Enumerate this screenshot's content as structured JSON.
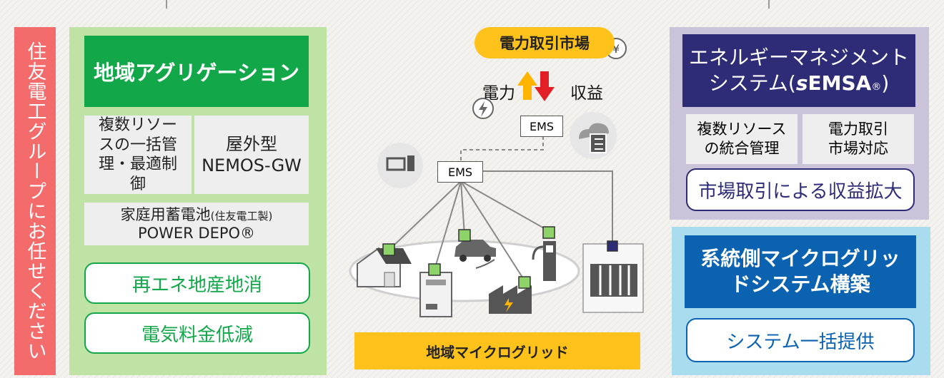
{
  "side_banner": {
    "text": "住友電工グループにお任せください"
  },
  "left": {
    "title": "地域アグリゲーション",
    "box_multi": "複数リソースの一括管理・最適制御",
    "box_nemos": "屋外型NEMOS-GW",
    "battery_line1": "家庭用蓄電池",
    "battery_line1_small": "(住友電工製)",
    "battery_line2": "POWER DEPO®",
    "outline1": "再エネ地産地消",
    "outline2": "電気料金低減"
  },
  "center": {
    "market": "電力取引市場",
    "power": "電力",
    "revenue": "収益",
    "ems_top": "EMS",
    "ems_main": "EMS",
    "microgrid": "地域マイクログリッド"
  },
  "right_top": {
    "title_line1": "エネルギーマネジメント",
    "title_line2_a": "システム(",
    "title_line2_s": "s",
    "title_line2_b": "EMSA",
    "title_line2_reg": "®",
    "title_line2_c": ")",
    "box_integr": "複数リソースの統合管理",
    "box_market": "電力取引市場対応",
    "box_profit": "市場取引による収益拡大"
  },
  "right_bottom": {
    "title": "系統側マイクログリッドシステム構築",
    "box_system": "システム一括提供"
  },
  "colors": {
    "banner": "#f46b6b",
    "green": "#12a84a",
    "yellow": "#ffc21a",
    "purple": "#2e2b77",
    "blue": "#0b62b0",
    "arrow_up": "#ffb400",
    "arrow_down": "#e21f26"
  },
  "icons": [
    "lightning-icon",
    "yen-icon",
    "cloud-server-icon",
    "computer-icon",
    "house-solar-icon",
    "battery-unit-icon",
    "ev-car-icon",
    "factory-icon",
    "ev-charger-icon",
    "storage-battery-icon"
  ]
}
